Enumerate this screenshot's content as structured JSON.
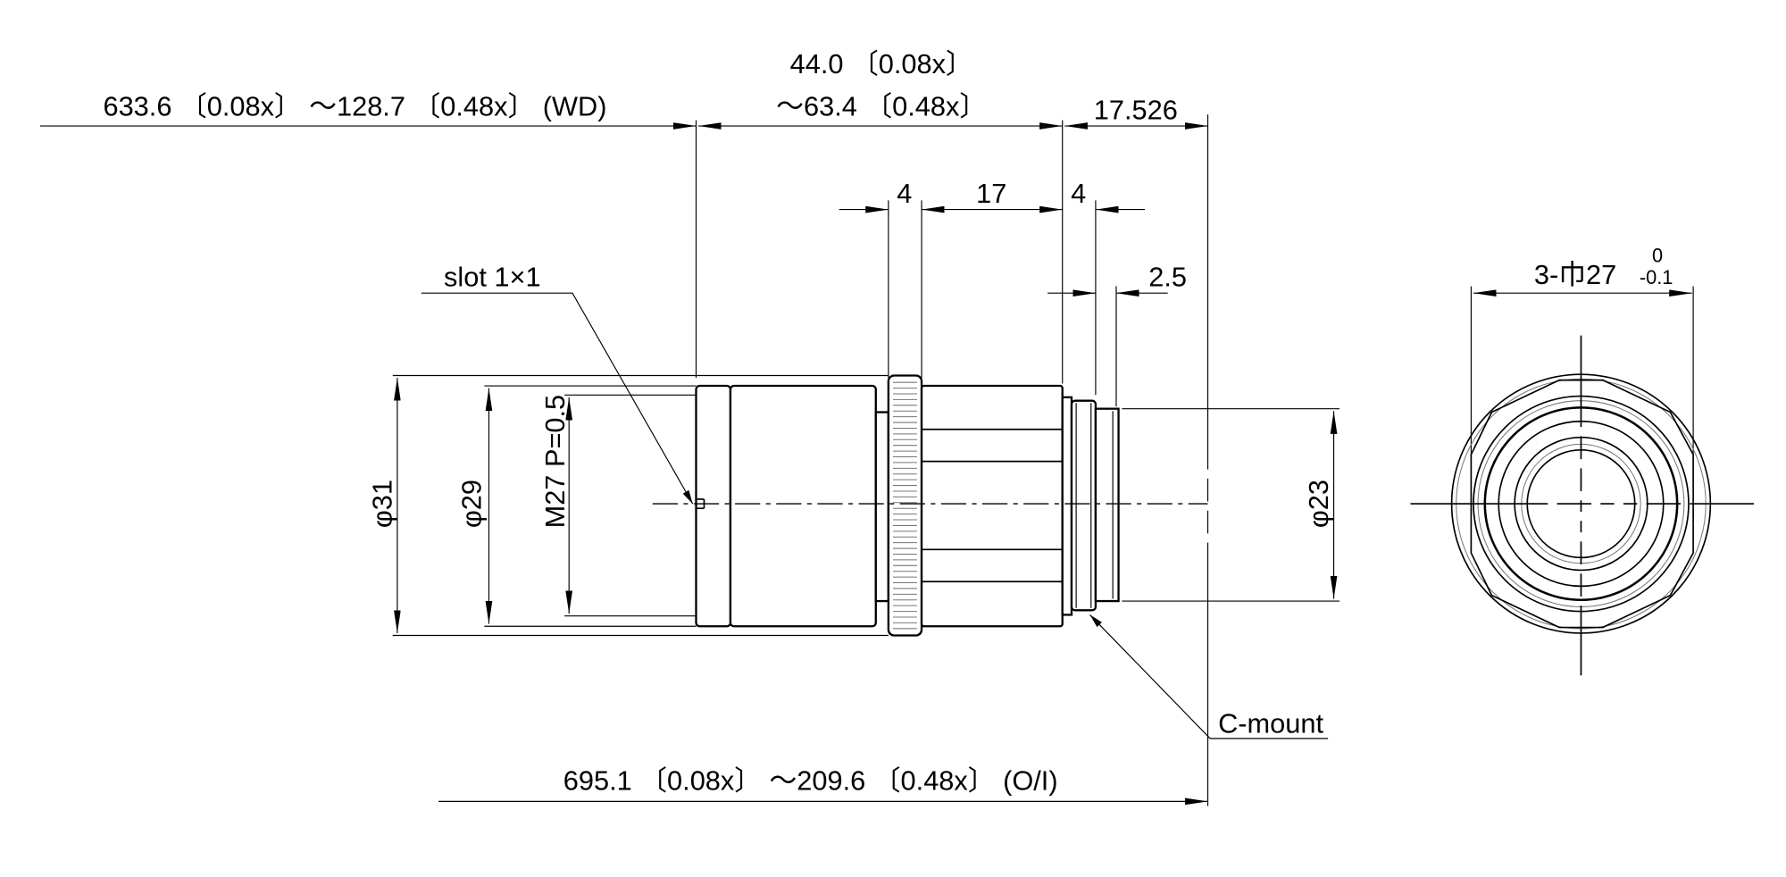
{
  "drawing": {
    "dims": {
      "total_length_line1": "44.0 〔0.08x〕",
      "total_length_line2": "～63.4 〔0.48x〕",
      "working_distance": "633.6 〔0.08x〕 ～128.7 〔0.48x〕 (WD)",
      "flange_back": "17.526",
      "ring_width_left": "4",
      "body_length": "17",
      "ring_width_right": "4",
      "mount_step": "2.5",
      "slot": "slot 1×1",
      "dia_outer": "φ31",
      "dia_body": "φ29",
      "thread": "M27 P=0.5",
      "dia_mount": "φ23",
      "c_mount": "C-mount",
      "object_to_image": "695.1 〔0.08x〕 ～209.6 〔0.48x〕 (O/I)",
      "hex_flat": "3-巾27",
      "hex_tol_upper": "0",
      "hex_tol_lower": "-0.1"
    }
  }
}
